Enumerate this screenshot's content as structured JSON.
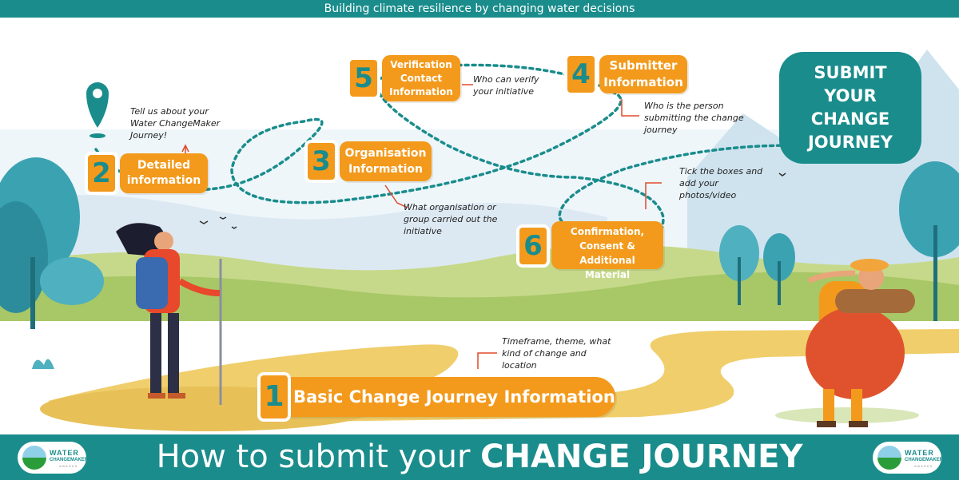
{
  "header": {
    "tagline": "Building climate resilience by changing water decisions"
  },
  "footer": {
    "title_prefix": "How to submit your ",
    "title_emphasis": "CHANGE JOURNEY",
    "logo_line1": "WATER",
    "logo_line2": "CHANGEMAKER",
    "logo_line3": "AWARDS"
  },
  "cta": {
    "label": "SUBMIT YOUR CHANGE JOURNEY"
  },
  "steps": [
    {
      "number": "1",
      "label": "Basic Change Journey Information",
      "note": "Timeframe, theme, what kind of change and location"
    },
    {
      "number": "2",
      "label": "Detailed information",
      "note": "Tell us about your Water ChangeMaker Journey!"
    },
    {
      "number": "3",
      "label": "Organisation Information",
      "note": "What organisation or group carried out the initiative"
    },
    {
      "number": "4",
      "label": "Submitter Information",
      "note": "Who is the person submitting the change journey"
    },
    {
      "number": "5",
      "label": "Verification Contact Information",
      "note": "Who can verify your initiative"
    },
    {
      "number": "6",
      "label": "Confirmation, Consent & Additional Material",
      "note": "Tick the boxes and add your photos/video"
    }
  ],
  "colors": {
    "teal": "#1a8c8c",
    "orange": "#f39a1c",
    "path": "#e8c357",
    "grass": "#b9d36a"
  },
  "icons": [
    "location-pin-icon",
    "hiker-illustration",
    "explorer-illustration",
    "bird-icon"
  ]
}
